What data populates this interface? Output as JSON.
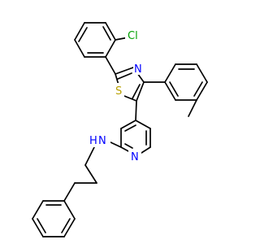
{
  "molecule": {
    "atoms": {
      "cl": {
        "text": "Cl",
        "color": "#00a000"
      },
      "s": {
        "text": "S",
        "color": "#b8a000"
      },
      "n_thiazole": {
        "text": "N",
        "color": "#0000ff"
      },
      "n_pyridine": {
        "text": "N",
        "color": "#0000ff"
      },
      "nh_n": {
        "text": "N",
        "color": "#0000ff"
      },
      "nh_h": {
        "text": "H",
        "color": "#0000ff"
      }
    },
    "bond_color": "#000000"
  }
}
